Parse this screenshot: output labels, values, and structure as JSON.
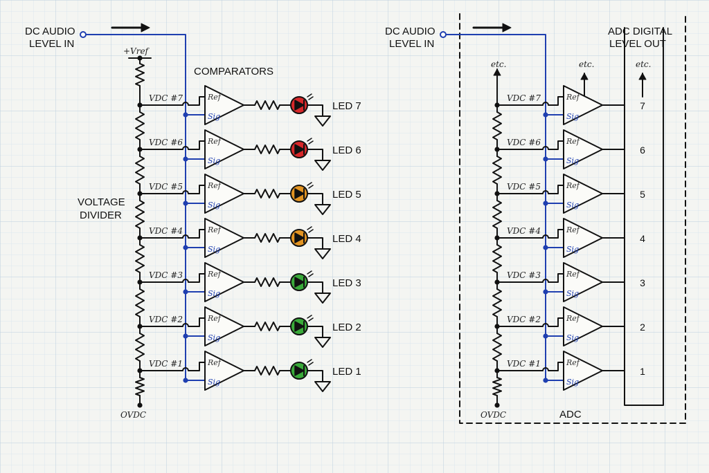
{
  "left": {
    "input_label_line1": "DC AUDIO",
    "input_label_line2": "LEVEL IN",
    "vref_label": "+Vref",
    "comparators_label": "COMPARATORS",
    "divider_label_line1": "VOLTAGE",
    "divider_label_line2": "DIVIDER",
    "ground_label": "OVDC",
    "stages": [
      {
        "vdc": "VDC #7",
        "led": "LED 7",
        "led_color": "#d8282a"
      },
      {
        "vdc": "VDC #6",
        "led": "LED 6",
        "led_color": "#d8282a"
      },
      {
        "vdc": "VDC #5",
        "led": "LED 5",
        "led_color": "#e39422"
      },
      {
        "vdc": "VDC #4",
        "led": "LED 4",
        "led_color": "#e39422"
      },
      {
        "vdc": "VDC #3",
        "led": "LED 3",
        "led_color": "#3aaa3a"
      },
      {
        "vdc": "VDC #2",
        "led": "LED 2",
        "led_color": "#3aaa3a"
      },
      {
        "vdc": "VDC #1",
        "led": "LED 1",
        "led_color": "#3aaa3a"
      }
    ]
  },
  "right": {
    "input_label_line1": "DC AUDIO",
    "input_label_line2": "LEVEL IN",
    "output_label_line1": "ADC DIGITAL",
    "output_label_line2": "LEVEL OUT",
    "etc_label": "etc.",
    "adc_label": "ADC",
    "ground_label": "OVDC",
    "stages": [
      {
        "vdc": "VDC #7",
        "out": "7"
      },
      {
        "vdc": "VDC #6",
        "out": "6"
      },
      {
        "vdc": "VDC #5",
        "out": "5"
      },
      {
        "vdc": "VDC #4",
        "out": "4"
      },
      {
        "vdc": "VDC #3",
        "out": "3"
      },
      {
        "vdc": "VDC #2",
        "out": "2"
      },
      {
        "vdc": "VDC #1",
        "out": "1"
      }
    ]
  },
  "pins": {
    "ref": "Ref",
    "sig": "Sig"
  },
  "colors": {
    "signal": "#1f3fb0",
    "wire": "#111111",
    "grid": "#c9dae6"
  }
}
